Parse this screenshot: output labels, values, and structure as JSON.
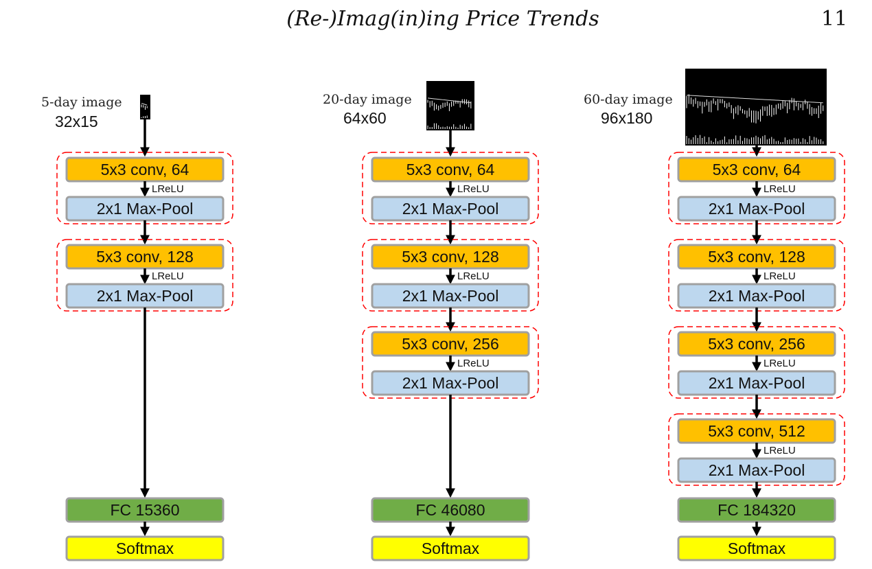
{
  "header": {
    "title": "(Re-)Imag(in)ing Price Trends",
    "page_number": "11"
  },
  "colors": {
    "conv": "#FFC000",
    "pool": "#BDD7EE",
    "fc": "#70AD47",
    "softmax": "#FFFF00",
    "group_border": "#FF0000",
    "box_border": "#A0A0A0"
  },
  "columns": [
    {
      "image_label": "5-day image",
      "image_size": "32x15",
      "groups": [
        {
          "conv": "5x3 conv, 64",
          "activation": "LReLU",
          "pool": "2x1 Max-Pool"
        },
        {
          "conv": "5x3 conv, 128",
          "activation": "LReLU",
          "pool": "2x1 Max-Pool"
        }
      ],
      "fc": "FC 15360",
      "softmax": "Softmax"
    },
    {
      "image_label": "20-day image",
      "image_size": "64x60",
      "groups": [
        {
          "conv": "5x3 conv, 64",
          "activation": "LReLU",
          "pool": "2x1 Max-Pool"
        },
        {
          "conv": "5x3 conv, 128",
          "activation": "LReLU",
          "pool": "2x1 Max-Pool"
        },
        {
          "conv": "5x3 conv, 256",
          "activation": "LReLU",
          "pool": "2x1 Max-Pool"
        }
      ],
      "fc": "FC 46080",
      "softmax": "Softmax"
    },
    {
      "image_label": "60-day image",
      "image_size": "96x180",
      "groups": [
        {
          "conv": "5x3 conv, 64",
          "activation": "LReLU",
          "pool": "2x1 Max-Pool"
        },
        {
          "conv": "5x3 conv, 128",
          "activation": "LReLU",
          "pool": "2x1 Max-Pool"
        },
        {
          "conv": "5x3 conv, 256",
          "activation": "LReLU",
          "pool": "2x1 Max-Pool"
        },
        {
          "conv": "5x3 conv, 512",
          "activation": "LReLU",
          "pool": "2x1 Max-Pool"
        }
      ],
      "fc": "FC 184320",
      "softmax": "Softmax"
    }
  ]
}
